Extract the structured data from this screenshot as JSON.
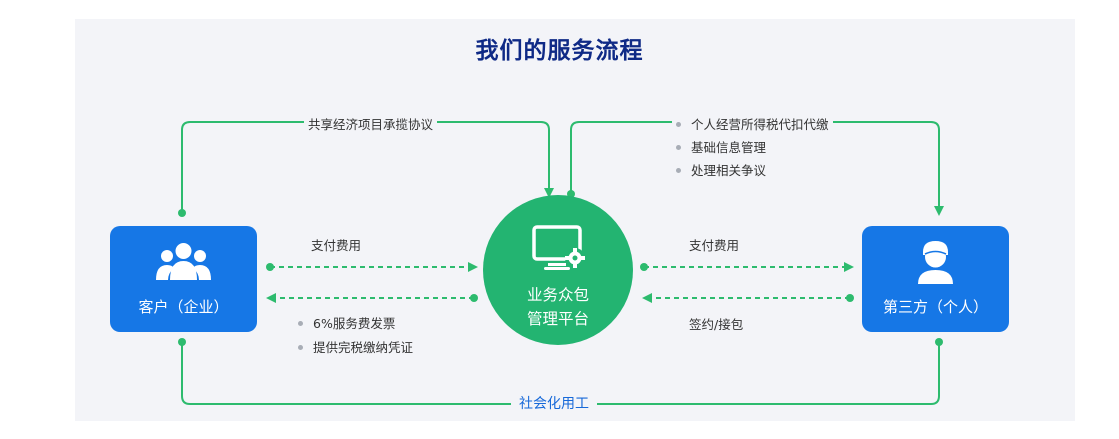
{
  "title": "我们的服务流程",
  "nodes": {
    "client": "客户（企业）",
    "platform_line1": "业务众包",
    "platform_line2": "管理平台",
    "individual": "第三方（个人）"
  },
  "flows": {
    "top_left": "共享经济项目承揽协议",
    "top_right_items": [
      "个人经营所得税代扣代缴",
      "基础信息管理",
      "处理相关争议"
    ],
    "left_pay": "支付费用",
    "left_bottom_items": [
      "6%服务费发票",
      "提供完税缴纳凭证"
    ],
    "right_pay": "支付费用",
    "right_sign": "签约/接包",
    "bottom": "社会化用工"
  },
  "colors": {
    "title": "#0f2a86",
    "box": "#1677e6",
    "platform": "#23b471",
    "line": "#2dbb6e",
    "bottom_label": "#1769d9"
  },
  "icons": [
    "group-people-icon",
    "monitor-gear-icon",
    "person-icon"
  ]
}
